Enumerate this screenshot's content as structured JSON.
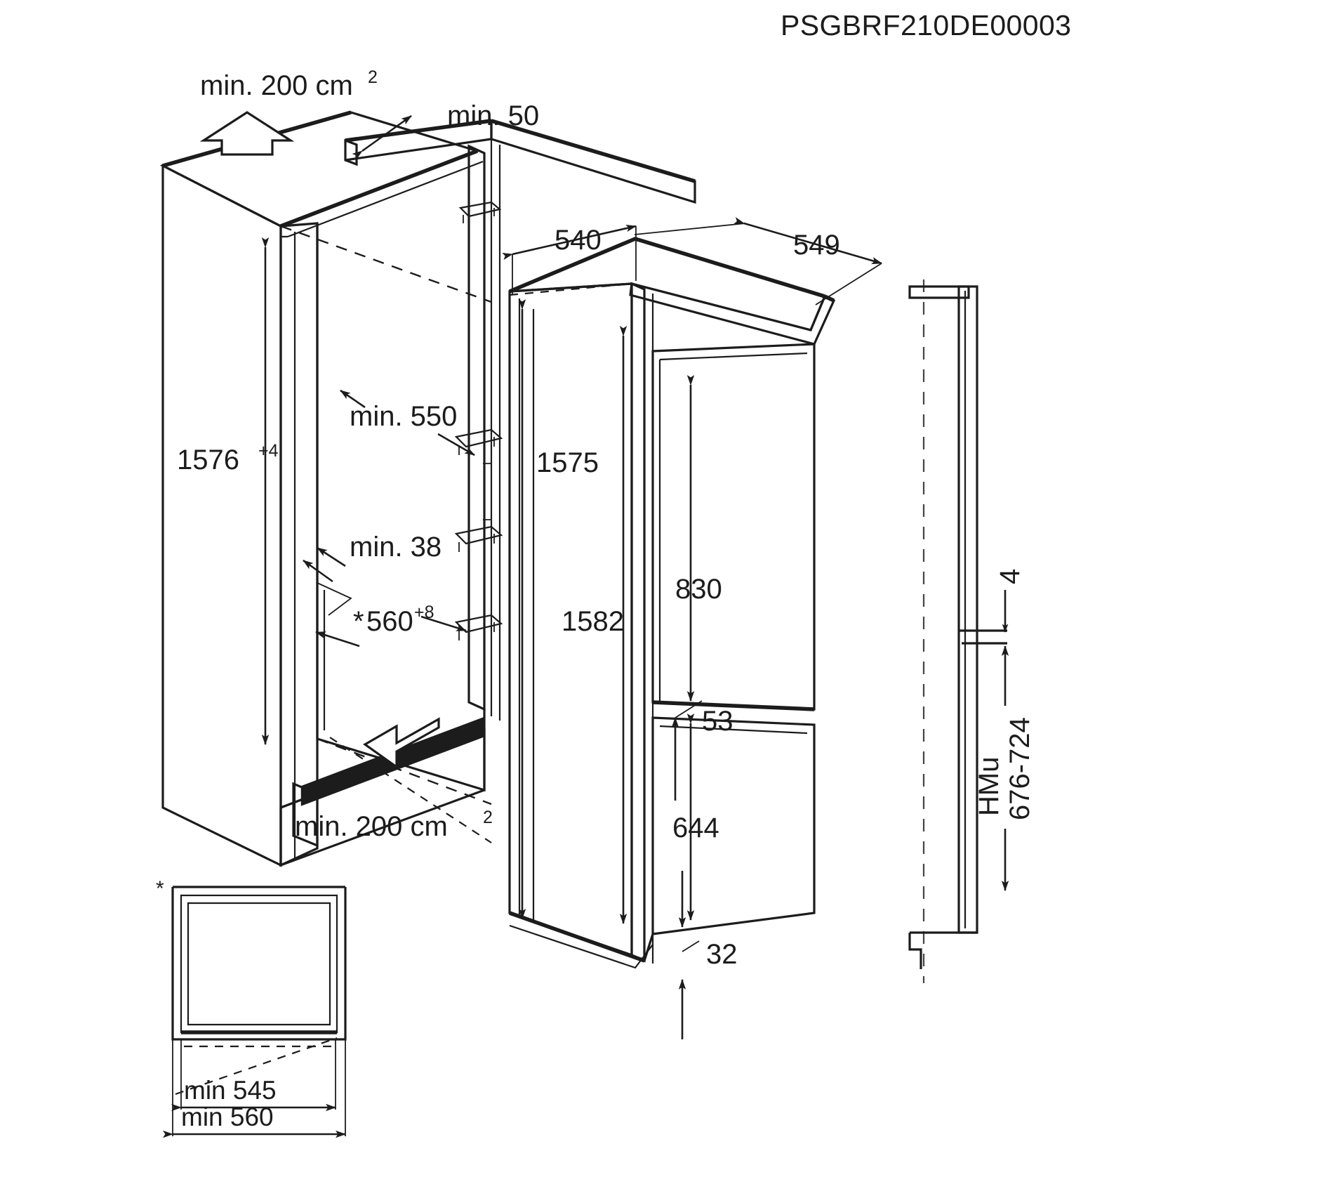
{
  "drawing": {
    "title": "PSGBRF210DE00003",
    "product_type": "built-in fridge-freezer installation diagram",
    "units": "mm"
  },
  "ventilation": {
    "top_label": "min. 200 cm",
    "top_superscript": "2",
    "bottom_label": "min. 200 cm",
    "bottom_superscript": "2",
    "top_gap_label": "min. 50"
  },
  "niche": {
    "height_value": "1576",
    "height_tolerance": "+4",
    "depth_label": "min. 550",
    "rear_recess_label": "min. 38",
    "width_asterisk": "*",
    "width_value": "560",
    "width_tolerance": "+8"
  },
  "appliance": {
    "top_depth": "540",
    "overall_depth": "549",
    "body_height": "1575",
    "total_height": "1582",
    "fridge_door_height": "830",
    "door_gap": "53",
    "freezer_door_height": "644",
    "plinth_clearance": "32"
  },
  "side_view": {
    "panel_thickness": "4",
    "handle_label": "HMu",
    "handle_range": "676-724"
  },
  "plan_inset": {
    "asterisk": "*",
    "inner_width": "min 545",
    "outer_width": "min 560"
  },
  "colors": {
    "line": "#1c1c1c",
    "fill": "#ffffff",
    "background": "#ffffff"
  }
}
